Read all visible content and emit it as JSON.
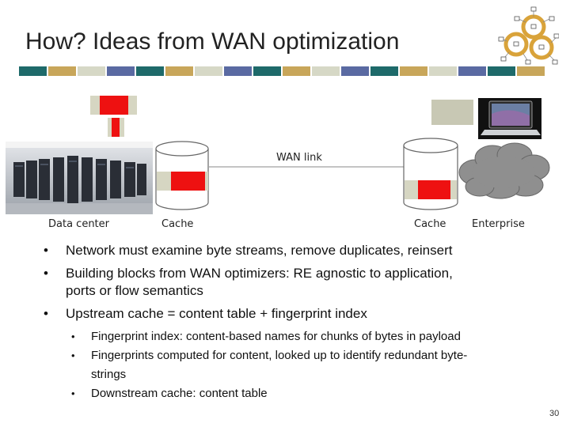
{
  "slide": {
    "title": "How? Ideas from WAN optimization",
    "page_number": "30"
  },
  "decor": {
    "bar_colors": [
      "#1e6a6a",
      "#c8a65a",
      "#d6d8c6",
      "#5a6aa2",
      "#1e6a6a",
      "#c8a65a",
      "#d6d8c6",
      "#5a6aa2",
      "#1e6a6a",
      "#c8a65a",
      "#d6d8c6",
      "#5a6aa2",
      "#1e6a6a",
      "#c8a65a",
      "#d6d8c6",
      "#5a6aa2",
      "#1e6a6a",
      "#c8a65a"
    ]
  },
  "diagram": {
    "wan_link_label": "WAN link",
    "data_center_label": "Data center",
    "cache_left_label": "Cache",
    "cache_right_label": "Cache",
    "enterprise_label": "Enterprise"
  },
  "bullets": {
    "b1": "Network must examine byte streams, remove duplicates, reinsert",
    "b2a": "Building blocks from WAN optimizers: RE agnostic to application,",
    "b2b": "ports or flow semantics",
    "b3": "Upstream cache = content table + fingerprint index",
    "s1": "Fingerprint index: content-based names for chunks of bytes in payload",
    "s2a": "Fingerprints computed for content, looked up to identify redundant byte-",
    "s2b": "strings",
    "s3": "Downstream cache: content table",
    "bullet_char": "•"
  },
  "colors": {
    "packet_red": "#ee1111",
    "packet_gray": "#c8c8b4",
    "cylinder_outline": "#555555"
  }
}
